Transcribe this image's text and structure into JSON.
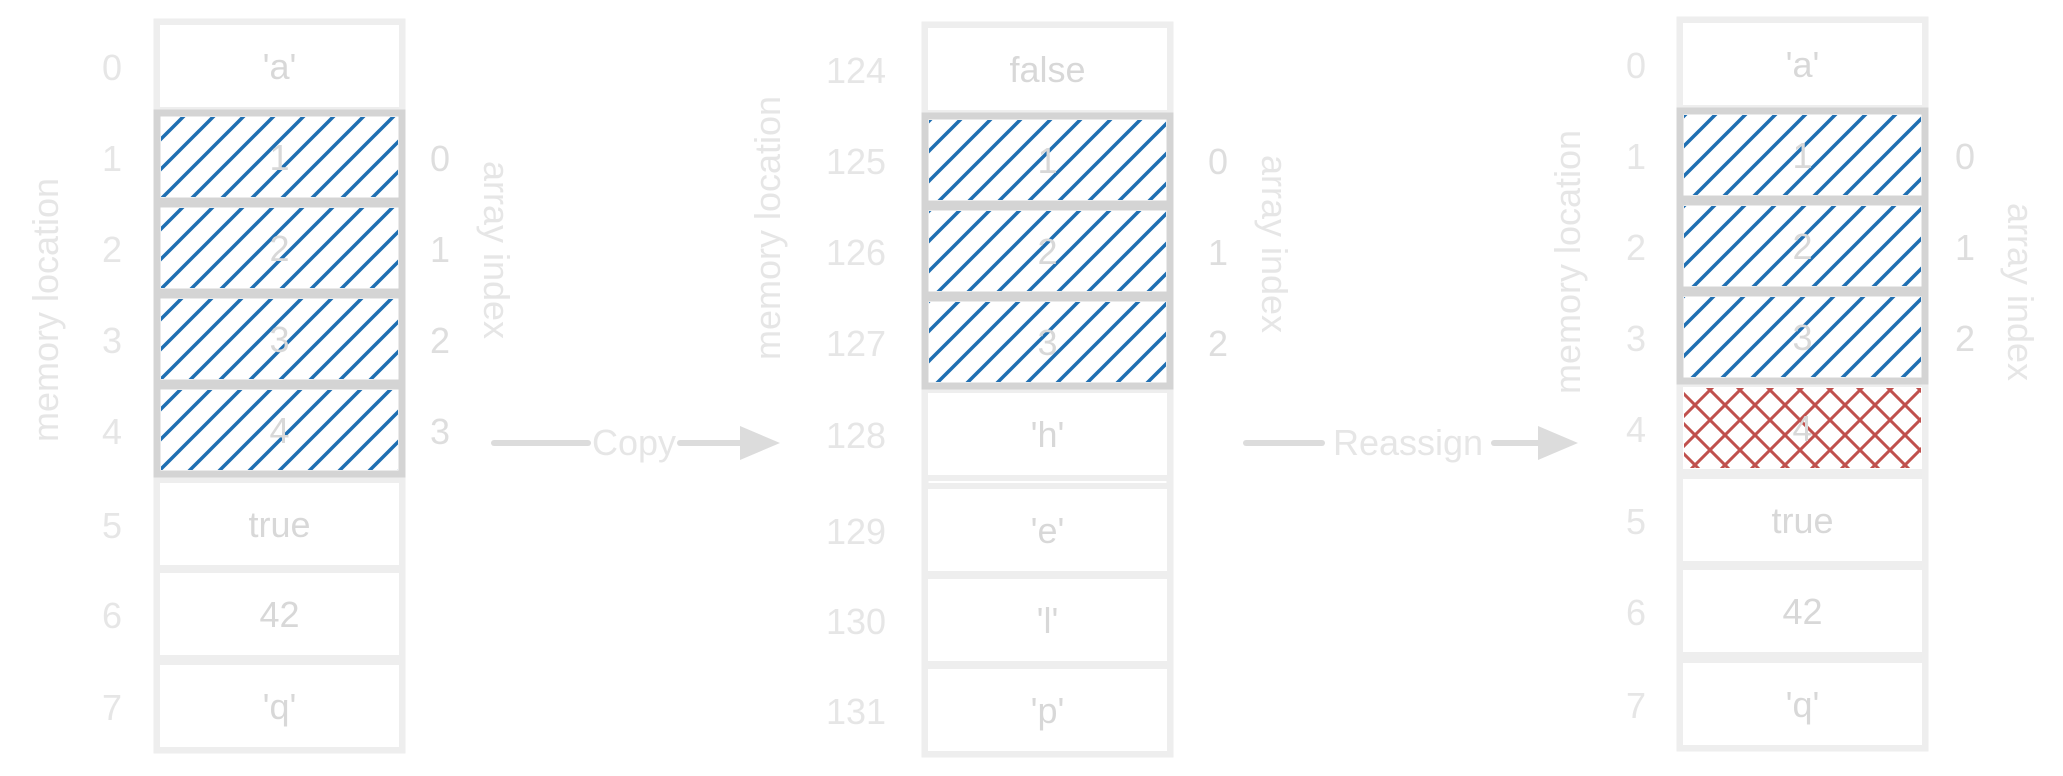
{
  "colors": {
    "faint_text": "#e6e6e6",
    "cell_border": "#eeeeee",
    "array_border": "#d4d4d4",
    "hatch_blue": "#1f6fb2",
    "hatch_red": "#c0504d",
    "arrow": "#dcdcdc"
  },
  "labels": {
    "memory_location": "memory location",
    "array_index": "array index"
  },
  "arrows": {
    "copy": "Copy",
    "reassign": "Reassign"
  },
  "panels": [
    {
      "id": "original",
      "addresses": [
        "0",
        "1",
        "2",
        "3",
        "4",
        "5",
        "6",
        "7"
      ],
      "values": [
        "'a'",
        "1",
        "2",
        "3",
        "4",
        "true",
        "42",
        "'q'"
      ],
      "fills": [
        "none",
        "blue",
        "blue",
        "blue",
        "blue",
        "none",
        "none",
        "none"
      ],
      "array_start": 1,
      "array_indices": [
        "0",
        "1",
        "2",
        "3"
      ]
    },
    {
      "id": "copy",
      "addresses": [
        "124",
        "125",
        "126",
        "127",
        "128",
        "129",
        "130",
        "131"
      ],
      "values": [
        "false",
        "1",
        "2",
        "3",
        "'h'",
        "'e'",
        "'l'",
        "'p'"
      ],
      "fills": [
        "none",
        "blue",
        "blue",
        "blue",
        "none",
        "none",
        "none",
        "none"
      ],
      "array_start": 1,
      "array_indices": [
        "0",
        "1",
        "2"
      ]
    },
    {
      "id": "reassigned",
      "addresses": [
        "0",
        "1",
        "2",
        "3",
        "4",
        "5",
        "6",
        "7"
      ],
      "values": [
        "'a'",
        "1",
        "2",
        "3",
        "4",
        "true",
        "42",
        "'q'"
      ],
      "fills": [
        "none",
        "blue",
        "blue",
        "blue",
        "red",
        "none",
        "none",
        "none"
      ],
      "array_start": 1,
      "array_indices": [
        "0",
        "1",
        "2"
      ]
    }
  ]
}
